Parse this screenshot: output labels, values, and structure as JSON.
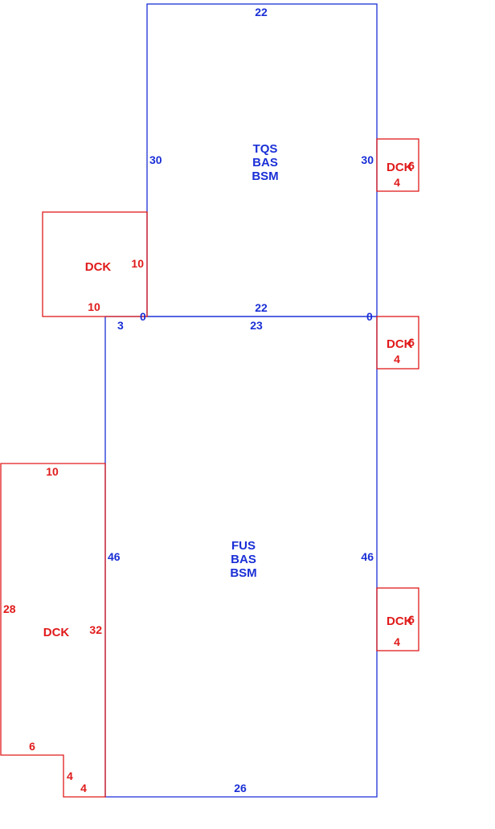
{
  "colors": {
    "main": "#1a2fd6",
    "deck": "#e01a1a",
    "background": "#ffffff"
  },
  "upper": {
    "codes": [
      "TQS",
      "BAS",
      "BSM"
    ],
    "top": "22",
    "left": "30",
    "right": "30",
    "bottom": "22",
    "corner_left": "0",
    "corner_right": "0"
  },
  "lower": {
    "codes": [
      "FUS",
      "BAS",
      "BSM"
    ],
    "top": "23",
    "step": "3",
    "left": "46",
    "right": "46",
    "bottom": "26"
  },
  "deck_upper_left": {
    "label": "DCK",
    "side": "10",
    "bottom": "10"
  },
  "deck_right_1": {
    "label": "DCK",
    "side": "6",
    "bottom": "4"
  },
  "deck_right_2": {
    "label": "DCK",
    "side": "6",
    "bottom": "4"
  },
  "deck_right_3": {
    "label": "DCK",
    "side": "6",
    "bottom": "4"
  },
  "deck_lower_left": {
    "label": "DCK",
    "top": "10",
    "outer": "28",
    "inner": "32",
    "notch_top": "6",
    "notch_side": "4",
    "notch_bottom": "4"
  }
}
